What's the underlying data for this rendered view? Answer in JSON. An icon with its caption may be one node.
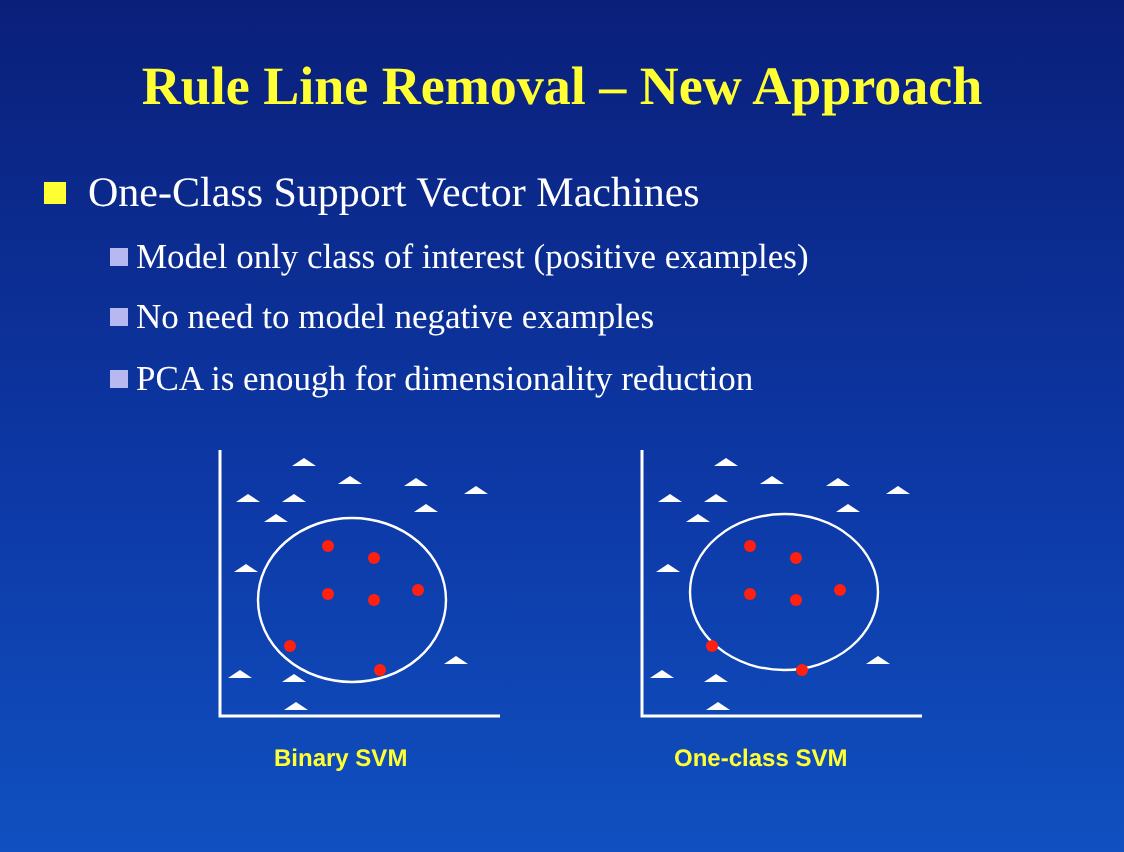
{
  "diagram": {
    "title": "Rule Line Removal – New Approach",
    "labels": [
      "One-Class Support Vector Machines",
      "Model only class of interest (positive examples)",
      "No need to model negative examples",
      "PCA is enough for dimensionality reduction",
      "Binary SVM",
      "One-class SVM"
    ]
  }
}
